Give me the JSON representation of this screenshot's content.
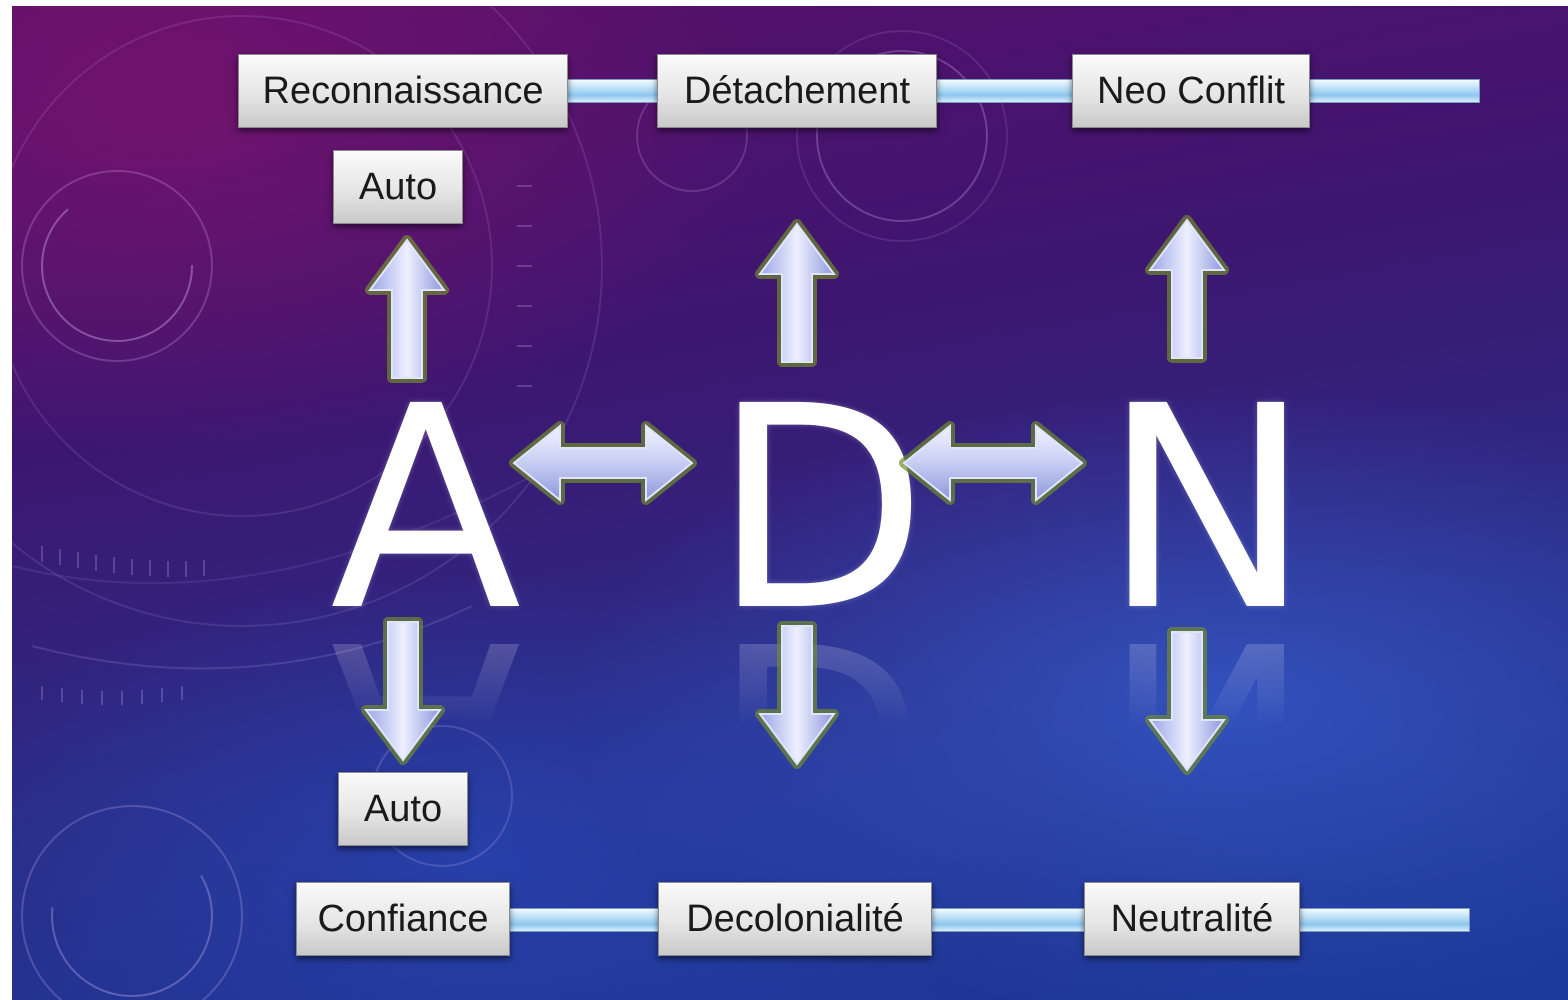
{
  "colors": {
    "background_top": "#5a0f6a",
    "background_bottom": "#1b3a9c",
    "box_fill": "#e6e6e6",
    "connector": "#8fc6ee",
    "arrow_fill": "#c7cdf3",
    "arrow_glow": "#6f8a2c",
    "letter": "#ffffff"
  },
  "top_row": {
    "boxes": [
      "Reconnaissance",
      "Détachement",
      "Neo Conflit"
    ]
  },
  "bottom_row": {
    "boxes": [
      "Confiance",
      "Decolonialité",
      "Neutralité"
    ]
  },
  "auto_labels": {
    "top": "Auto",
    "bottom": "Auto"
  },
  "letters": [
    "A",
    "D",
    "N"
  ],
  "arrows": {
    "vertical_up_count": 3,
    "vertical_down_count": 3,
    "horizontal_double_count": 2,
    "icon": "arrow-icon"
  }
}
